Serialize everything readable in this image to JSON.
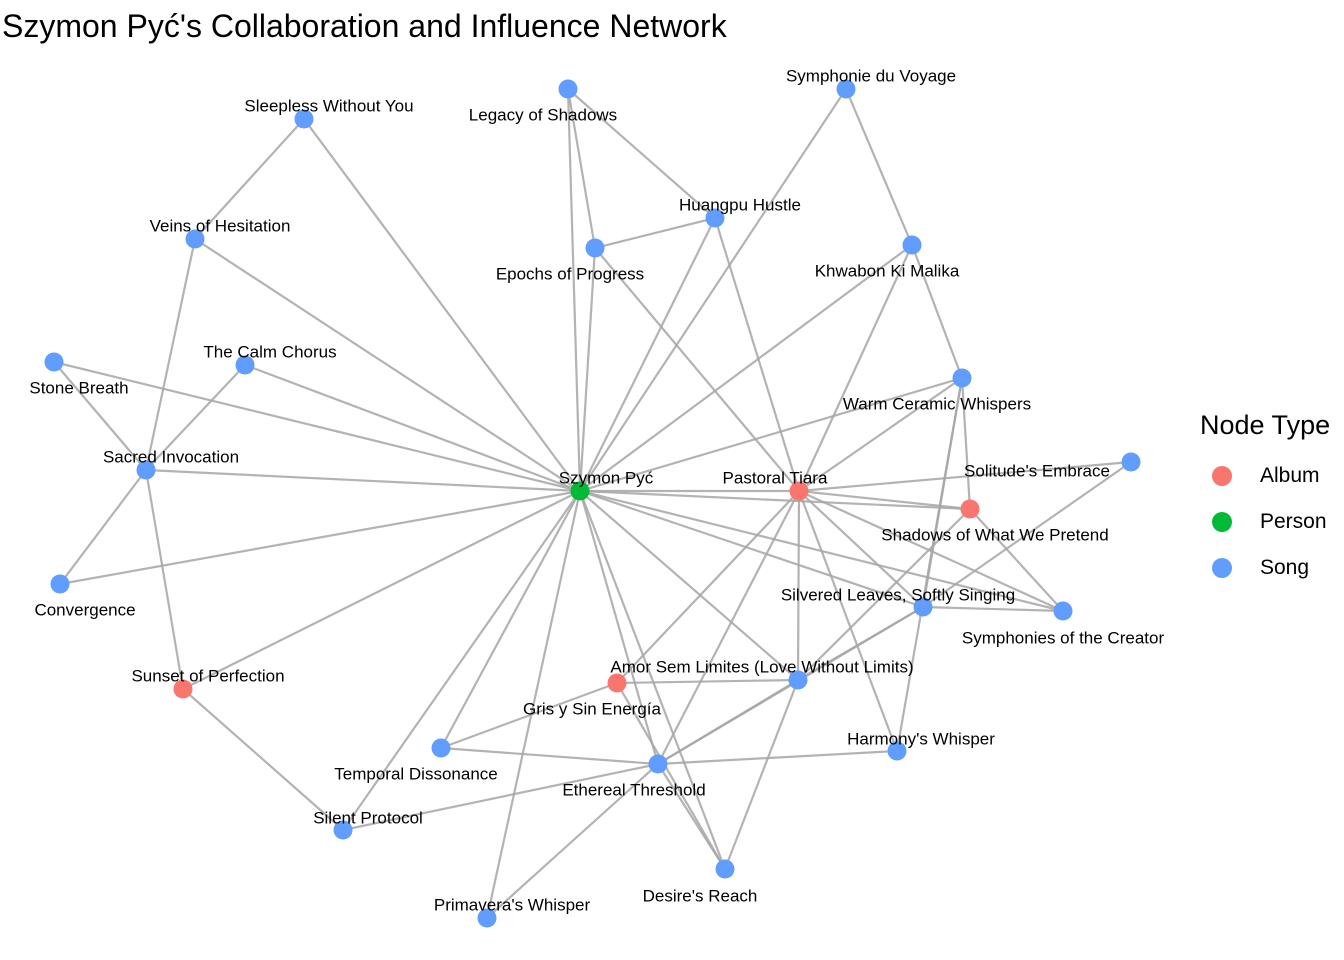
{
  "title": "Szymon Pyć's Collaboration and Influence Network",
  "legend": {
    "title": "Node Type",
    "items": [
      {
        "label": "Album",
        "color": "#f8766d"
      },
      {
        "label": "Person",
        "color": "#00ba38"
      },
      {
        "label": "Song",
        "color": "#619cff"
      }
    ]
  },
  "nodes": [
    {
      "id": "Szymon Pyć",
      "type": "Person"
    },
    {
      "id": "Pastoral Tiara",
      "type": "Album"
    },
    {
      "id": "Shadows of What We Pretend",
      "type": "Album"
    },
    {
      "id": "Gris y Sin Energía",
      "type": "Album"
    },
    {
      "id": "Sunset of Perfection",
      "type": "Album"
    },
    {
      "id": "Legacy of Shadows",
      "type": "Song"
    },
    {
      "id": "Symphonie du Voyage",
      "type": "Song"
    },
    {
      "id": "Sleepless Without You",
      "type": "Song"
    },
    {
      "id": "Huangpu Hustle",
      "type": "Song"
    },
    {
      "id": "Veins of Hesitation",
      "type": "Song"
    },
    {
      "id": "Epochs of Progress",
      "type": "Song"
    },
    {
      "id": "Khwabon Ki Malika",
      "type": "Song"
    },
    {
      "id": "Stone Breath",
      "type": "Song"
    },
    {
      "id": "The Calm Chorus",
      "type": "Song"
    },
    {
      "id": "Warm Ceramic Whispers",
      "type": "Song"
    },
    {
      "id": "Sacred Invocation",
      "type": "Song"
    },
    {
      "id": "Solitude's Embrace",
      "type": "Song"
    },
    {
      "id": "Convergence",
      "type": "Song"
    },
    {
      "id": "Silvered Leaves, Softly Singing",
      "type": "Song"
    },
    {
      "id": "Symphonies of the Creator",
      "type": "Song"
    },
    {
      "id": "Amor Sem Limites (Love Without Limits)",
      "type": "Song"
    },
    {
      "id": "Temporal Dissonance",
      "type": "Song"
    },
    {
      "id": "Harmony's Whisper",
      "type": "Song"
    },
    {
      "id": "Ethereal Threshold",
      "type": "Song"
    },
    {
      "id": "Silent Protocol",
      "type": "Song"
    },
    {
      "id": "Desire's Reach",
      "type": "Song"
    },
    {
      "id": "Primavera's Whisper",
      "type": "Song"
    }
  ],
  "edges": [
    [
      "Szymon Pyć",
      "Legacy of Shadows"
    ],
    [
      "Szymon Pyć",
      "Symphonie du Voyage"
    ],
    [
      "Szymon Pyć",
      "Sleepless Without You"
    ],
    [
      "Szymon Pyć",
      "Huangpu Hustle"
    ],
    [
      "Szymon Pyć",
      "Veins of Hesitation"
    ],
    [
      "Szymon Pyć",
      "Epochs of Progress"
    ],
    [
      "Szymon Pyć",
      "Khwabon Ki Malika"
    ],
    [
      "Szymon Pyć",
      "Stone Breath"
    ],
    [
      "Szymon Pyć",
      "The Calm Chorus"
    ],
    [
      "Szymon Pyć",
      "Warm Ceramic Whispers"
    ],
    [
      "Szymon Pyć",
      "Sacred Invocation"
    ],
    [
      "Szymon Pyć",
      "Pastoral Tiara"
    ],
    [
      "Szymon Pyć",
      "Shadows of What We Pretend"
    ],
    [
      "Szymon Pyć",
      "Convergence"
    ],
    [
      "Szymon Pyć",
      "Silvered Leaves, Softly Singing"
    ],
    [
      "Szymon Pyć",
      "Symphonies of the Creator"
    ],
    [
      "Szymon Pyć",
      "Sunset of Perfection"
    ],
    [
      "Szymon Pyć",
      "Amor Sem Limites (Love Without Limits)"
    ],
    [
      "Szymon Pyć",
      "Temporal Dissonance"
    ],
    [
      "Szymon Pyć",
      "Ethereal Threshold"
    ],
    [
      "Szymon Pyć",
      "Silent Protocol"
    ],
    [
      "Szymon Pyć",
      "Desire's Reach"
    ],
    [
      "Szymon Pyć",
      "Primavera's Whisper"
    ],
    [
      "Legacy of Shadows",
      "Epochs of Progress"
    ],
    [
      "Legacy of Shadows",
      "Huangpu Hustle"
    ],
    [
      "Huangpu Hustle",
      "Epochs of Progress"
    ],
    [
      "Huangpu Hustle",
      "Pastoral Tiara"
    ],
    [
      "Epochs of Progress",
      "Pastoral Tiara"
    ],
    [
      "Symphonie du Voyage",
      "Khwabon Ki Malika"
    ],
    [
      "Khwabon Ki Malika",
      "Warm Ceramic Whispers"
    ],
    [
      "Khwabon Ki Malika",
      "Pastoral Tiara"
    ],
    [
      "Sleepless Without You",
      "Veins of Hesitation"
    ],
    [
      "Veins of Hesitation",
      "Sacred Invocation"
    ],
    [
      "Stone Breath",
      "Sacred Invocation"
    ],
    [
      "The Calm Chorus",
      "Sacred Invocation"
    ],
    [
      "Sacred Invocation",
      "Convergence"
    ],
    [
      "Sacred Invocation",
      "Sunset of Perfection"
    ],
    [
      "Sunset of Perfection",
      "Silent Protocol"
    ],
    [
      "Warm Ceramic Whispers",
      "Pastoral Tiara"
    ],
    [
      "Warm Ceramic Whispers",
      "Shadows of What We Pretend"
    ],
    [
      "Warm Ceramic Whispers",
      "Harmony's Whisper"
    ],
    [
      "Warm Ceramic Whispers",
      "Silvered Leaves, Softly Singing"
    ],
    [
      "Pastoral Tiara",
      "Solitude's Embrace"
    ],
    [
      "Pastoral Tiara",
      "Shadows of What We Pretend"
    ],
    [
      "Pastoral Tiara",
      "Silvered Leaves, Softly Singing"
    ],
    [
      "Pastoral Tiara",
      "Symphonies of the Creator"
    ],
    [
      "Pastoral Tiara",
      "Amor Sem Limites (Love Without Limits)"
    ],
    [
      "Pastoral Tiara",
      "Gris y Sin Energía"
    ],
    [
      "Pastoral Tiara",
      "Harmony's Whisper"
    ],
    [
      "Pastoral Tiara",
      "Ethereal Threshold"
    ],
    [
      "Shadows of What We Pretend",
      "Symphonies of the Creator"
    ],
    [
      "Shadows of What We Pretend",
      "Amor Sem Limites (Love Without Limits)"
    ],
    [
      "Solitude's Embrace",
      "Silvered Leaves, Softly Singing"
    ],
    [
      "Silvered Leaves, Softly Singing",
      "Symphonies of the Creator"
    ],
    [
      "Silvered Leaves, Softly Singing",
      "Amor Sem Limites (Love Without Limits)"
    ],
    [
      "Silvered Leaves, Softly Singing",
      "Ethereal Threshold"
    ],
    [
      "Amor Sem Limites (Love Without Limits)",
      "Gris y Sin Energía"
    ],
    [
      "Amor Sem Limites (Love Without Limits)",
      "Ethereal Threshold"
    ],
    [
      "Amor Sem Limites (Love Without Limits)",
      "Desire's Reach"
    ],
    [
      "Gris y Sin Energía",
      "Temporal Dissonance"
    ],
    [
      "Gris y Sin Energía",
      "Desire's Reach"
    ],
    [
      "Temporal Dissonance",
      "Ethereal Threshold"
    ],
    [
      "Ethereal Threshold",
      "Harmony's Whisper"
    ],
    [
      "Ethereal Threshold",
      "Silent Protocol"
    ],
    [
      "Ethereal Threshold",
      "Primavera's Whisper"
    ],
    [
      "Ethereal Threshold",
      "Desire's Reach"
    ]
  ]
}
